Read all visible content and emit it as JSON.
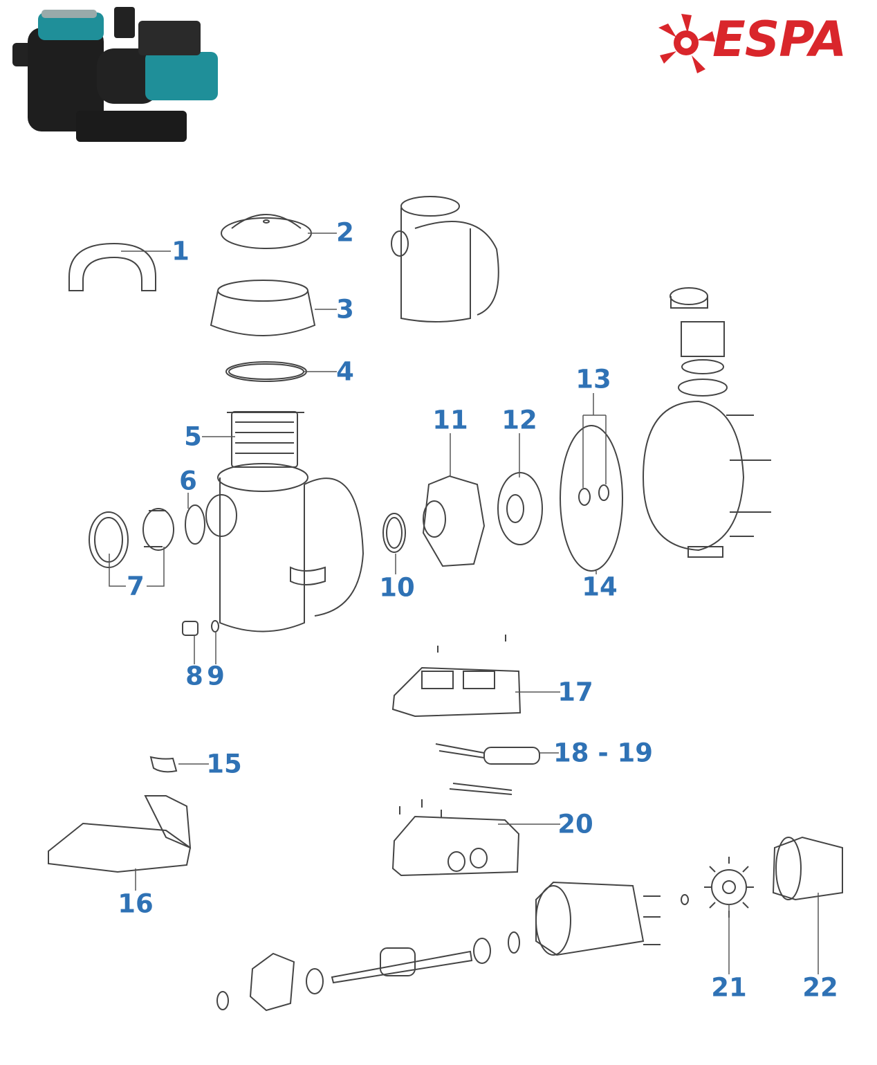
{
  "brand": {
    "name": "ESPA",
    "color": "#d9262b"
  },
  "label_color": "#2f72b5",
  "callouts": [
    "1",
    "2",
    "3",
    "4",
    "5",
    "6",
    "7",
    "8",
    "9",
    "10",
    "11",
    "12",
    "13",
    "14",
    "15",
    "16",
    "17",
    "18 - 19",
    "20",
    "21",
    "22"
  ]
}
